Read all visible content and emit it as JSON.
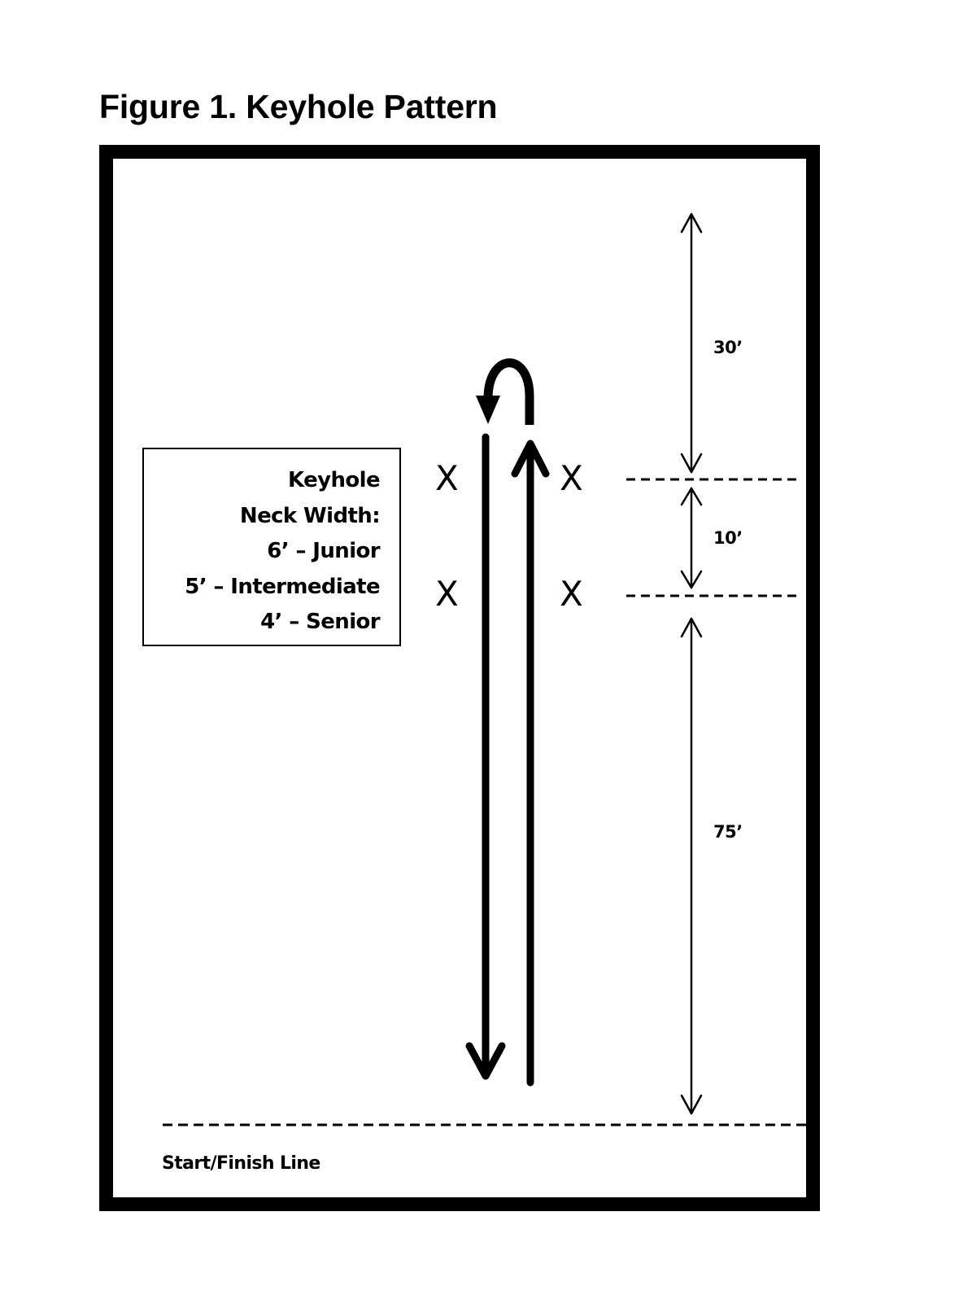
{
  "figure": {
    "title": "Figure 1. Keyhole Pattern"
  },
  "legend": {
    "line1": "Keyhole",
    "line2": "Neck Width:",
    "line3": "6’ – Junior",
    "line4": "5’ – Intermediate",
    "line5": "4’ – Senior"
  },
  "markers": {
    "upper_left": "X",
    "upper_right": "X",
    "lower_left": "X",
    "lower_right": "X"
  },
  "dimensions": {
    "top": "30’",
    "neck": "10’",
    "bottom": "75’"
  },
  "start_finish": {
    "label": "Start/Finish Line"
  },
  "colors": {
    "ink": "#000000",
    "background": "#ffffff"
  },
  "icons": {
    "turn": "u-turn-arrow-icon",
    "run_in": "up-arrow-icon",
    "run_out": "down-arrow-icon",
    "dimension": "double-headed-arrow-icon"
  }
}
